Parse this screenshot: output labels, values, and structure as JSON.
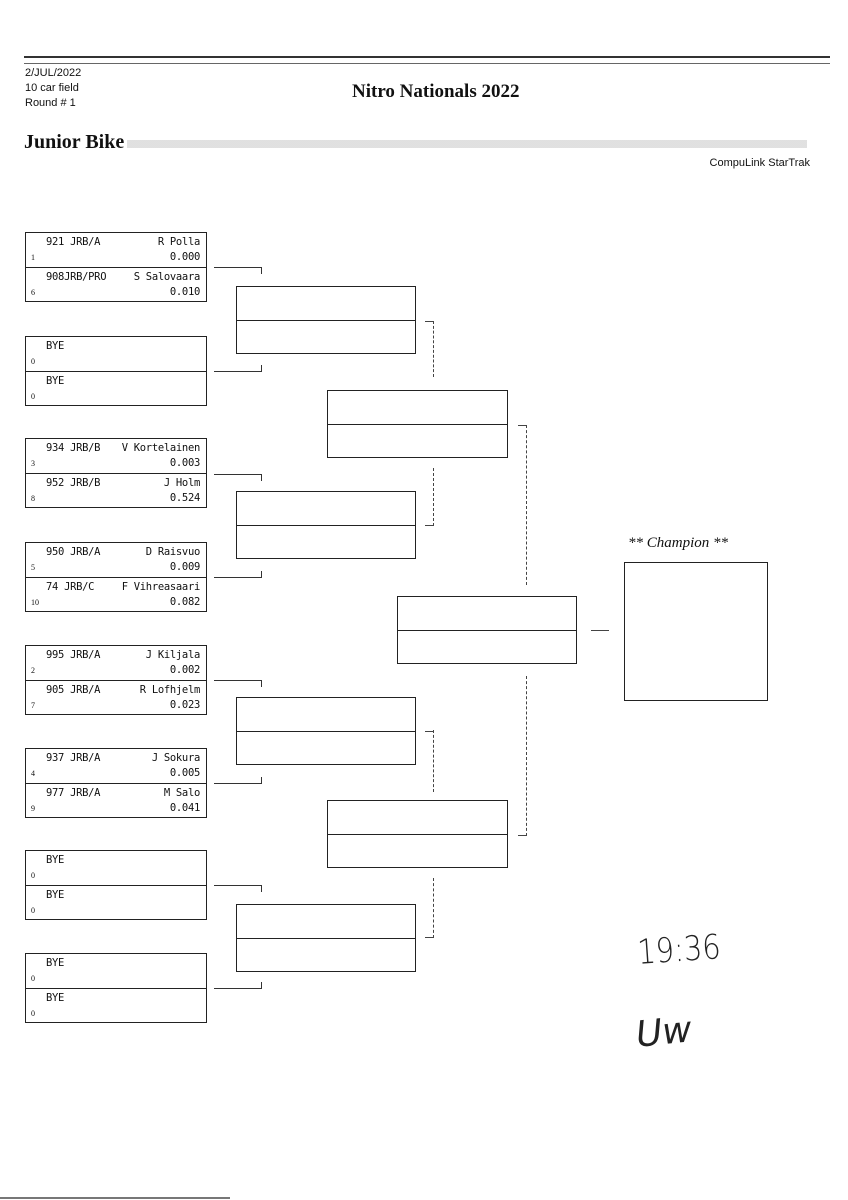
{
  "header": {
    "date": "2/JUL/2022",
    "field": "10 car field",
    "round": "Round # 1",
    "title": "Nitro Nationals 2022",
    "class_name": "Junior Bike",
    "brand": "CompuLink StarTrak"
  },
  "round1": [
    {
      "slots": [
        {
          "car": "921 JRB/A",
          "driver": "R Polla",
          "seed": "1",
          "reaction": "0.000"
        },
        {
          "car": "908JRB/PRO",
          "driver": "S Salovaara",
          "seed": "6",
          "reaction": "0.010"
        }
      ]
    },
    {
      "slots": [
        {
          "car": "BYE",
          "driver": "",
          "seed": "0",
          "reaction": ""
        },
        {
          "car": "BYE",
          "driver": "",
          "seed": "0",
          "reaction": ""
        }
      ]
    },
    {
      "slots": [
        {
          "car": "934 JRB/B",
          "driver": "V Kortelainen",
          "seed": "3",
          "reaction": "0.003"
        },
        {
          "car": "952 JRB/B",
          "driver": "J Holm",
          "seed": "8",
          "reaction": "0.524"
        }
      ]
    },
    {
      "slots": [
        {
          "car": "950 JRB/A",
          "driver": "D Raisvuo",
          "seed": "5",
          "reaction": "0.009"
        },
        {
          "car": "74 JRB/C",
          "driver": "F Vihreasaari",
          "seed": "10",
          "reaction": "0.082"
        }
      ]
    },
    {
      "slots": [
        {
          "car": "995 JRB/A",
          "driver": "J Kiljala",
          "seed": "2",
          "reaction": "0.002"
        },
        {
          "car": "905 JRB/A",
          "driver": "R Lofhjelm",
          "seed": "7",
          "reaction": "0.023"
        }
      ]
    },
    {
      "slots": [
        {
          "car": "937 JRB/A",
          "driver": "J Sokura",
          "seed": "4",
          "reaction": "0.005"
        },
        {
          "car": "977 JRB/A",
          "driver": "M Salo",
          "seed": "9",
          "reaction": "0.041"
        }
      ]
    },
    {
      "slots": [
        {
          "car": "BYE",
          "driver": "",
          "seed": "0",
          "reaction": ""
        },
        {
          "car": "BYE",
          "driver": "",
          "seed": "0",
          "reaction": ""
        }
      ]
    },
    {
      "slots": [
        {
          "car": "BYE",
          "driver": "",
          "seed": "0",
          "reaction": ""
        },
        {
          "car": "BYE",
          "driver": "",
          "seed": "0",
          "reaction": ""
        }
      ]
    }
  ],
  "champion": {
    "label": "** Champion **"
  },
  "handwritten": {
    "time": "19:36",
    "initials": "Uw"
  }
}
